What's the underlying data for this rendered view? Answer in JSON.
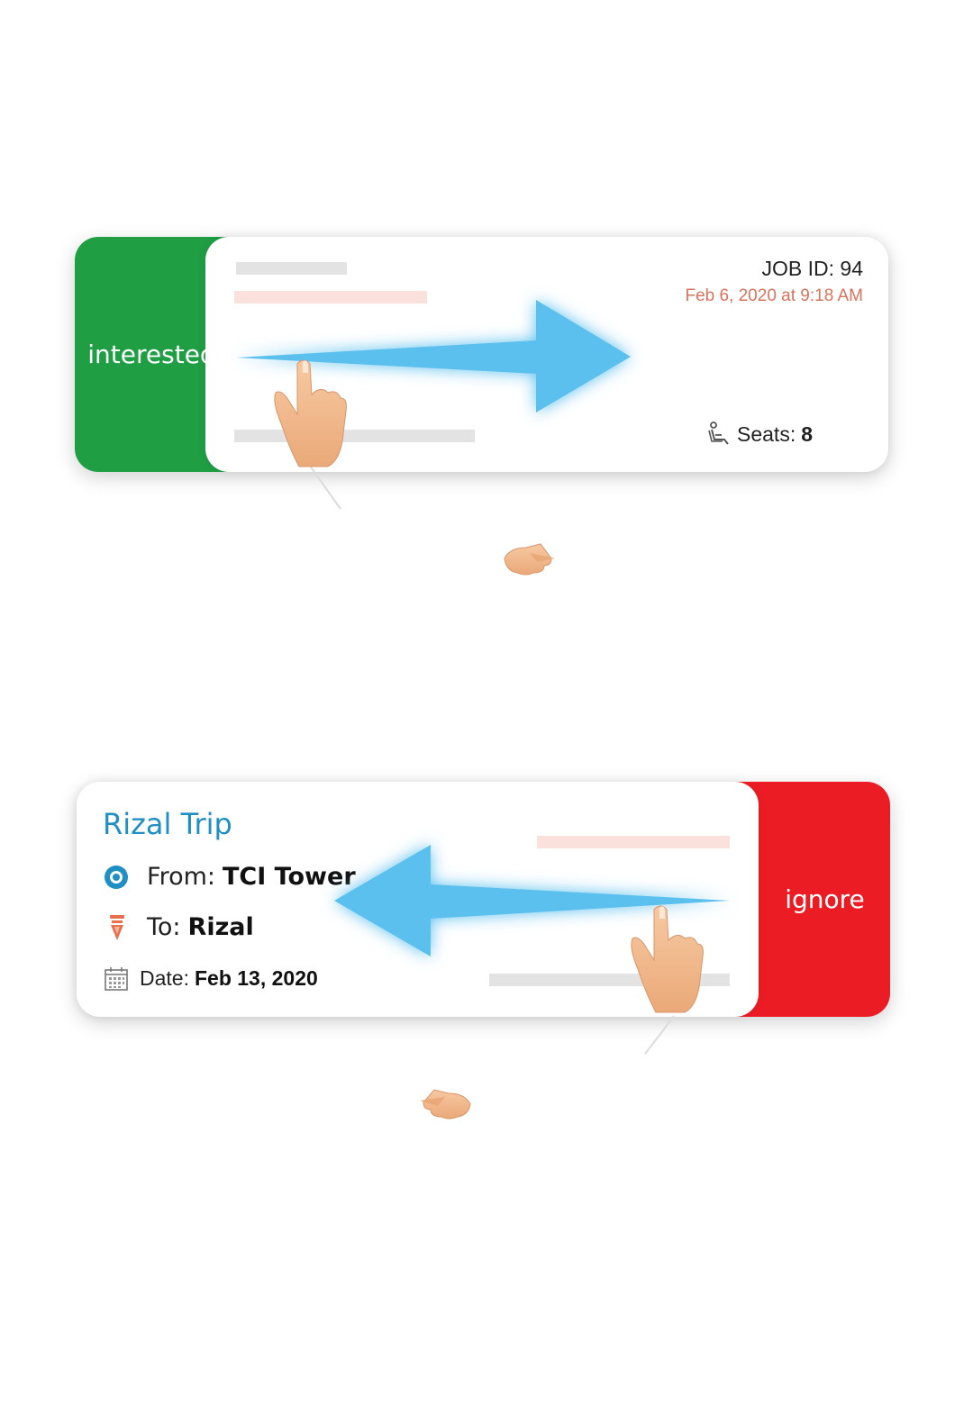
{
  "card_interested": {
    "action_label": "interested",
    "job_id": "JOB ID: 94",
    "timestamp": "Feb 6, 2020 at 9:18 AM",
    "seats_label": "Seats:",
    "seats_value": "8",
    "colors": {
      "panel": "#1f9e44",
      "timestamp": "#d9735e"
    }
  },
  "card_ignore": {
    "action_label": "ignore",
    "trip_title": "Rizal Trip",
    "from_label": "From:",
    "from_value": "TCI Tower",
    "to_label": "To:",
    "to_value": "Rizal",
    "date_label": "Date:",
    "date_value": "Feb 13, 2020",
    "colors": {
      "panel": "#ec1c24",
      "title": "#1f8fc4"
    }
  },
  "arrow_color": "#5bc0ee",
  "icons": [
    "seat-icon",
    "origin-pin-icon",
    "destination-pin-icon",
    "calendar-icon",
    "swipe-right-arrow-icon",
    "swipe-left-arrow-icon",
    "hand-pointer-icon"
  ]
}
